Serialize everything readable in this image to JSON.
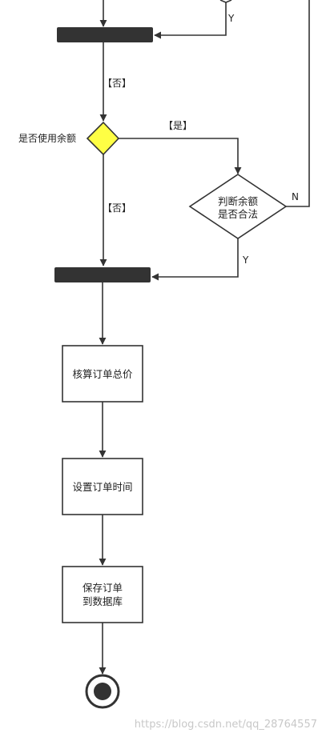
{
  "labels": {
    "no_top": "【否】",
    "decision_use_balance": "是否使用余额",
    "yes_branch": "【是】",
    "no_branch": "【否】",
    "y_top": "Y",
    "n_right": "N",
    "y_bottom": "Y"
  },
  "nodes": {
    "check_balance": {
      "line1": "判断余额",
      "line2": "是否合法"
    },
    "calc_total": "核算订单总价",
    "set_time": "设置订单时间",
    "save_order": {
      "line1": "保存订单",
      "line2": "到数据库"
    }
  },
  "watermark": "https://blog.csdn.net/qq_28764557",
  "colors": {
    "decision_fill": "#ffff44",
    "bar_fill": "#333333",
    "line": "#333333"
  }
}
